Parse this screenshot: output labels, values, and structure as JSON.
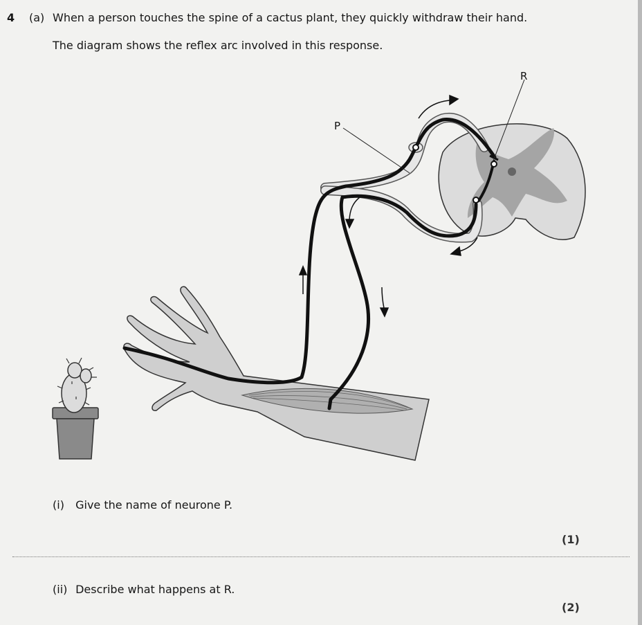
{
  "question": {
    "number": "4",
    "part": "(a)",
    "stem": "When a person touches the spine of a cactus plant, they quickly withdraw their hand.",
    "intro": "The diagram shows the reflex arc involved in this response."
  },
  "diagram": {
    "labels": {
      "P": "P",
      "R": "R"
    },
    "colors": {
      "skin": "#cfcfcf",
      "grey_matter": "#a5a5a5",
      "white_matter": "#dcdcdc",
      "nerve": "#111111",
      "pot": "#8a8a8a"
    }
  },
  "subquestions": [
    {
      "tag": "(i)",
      "text": "Give the name of neurone P.",
      "marks": "(1)"
    },
    {
      "tag": "(ii)",
      "text": "Describe what happens at R.",
      "marks": "(2)"
    }
  ]
}
